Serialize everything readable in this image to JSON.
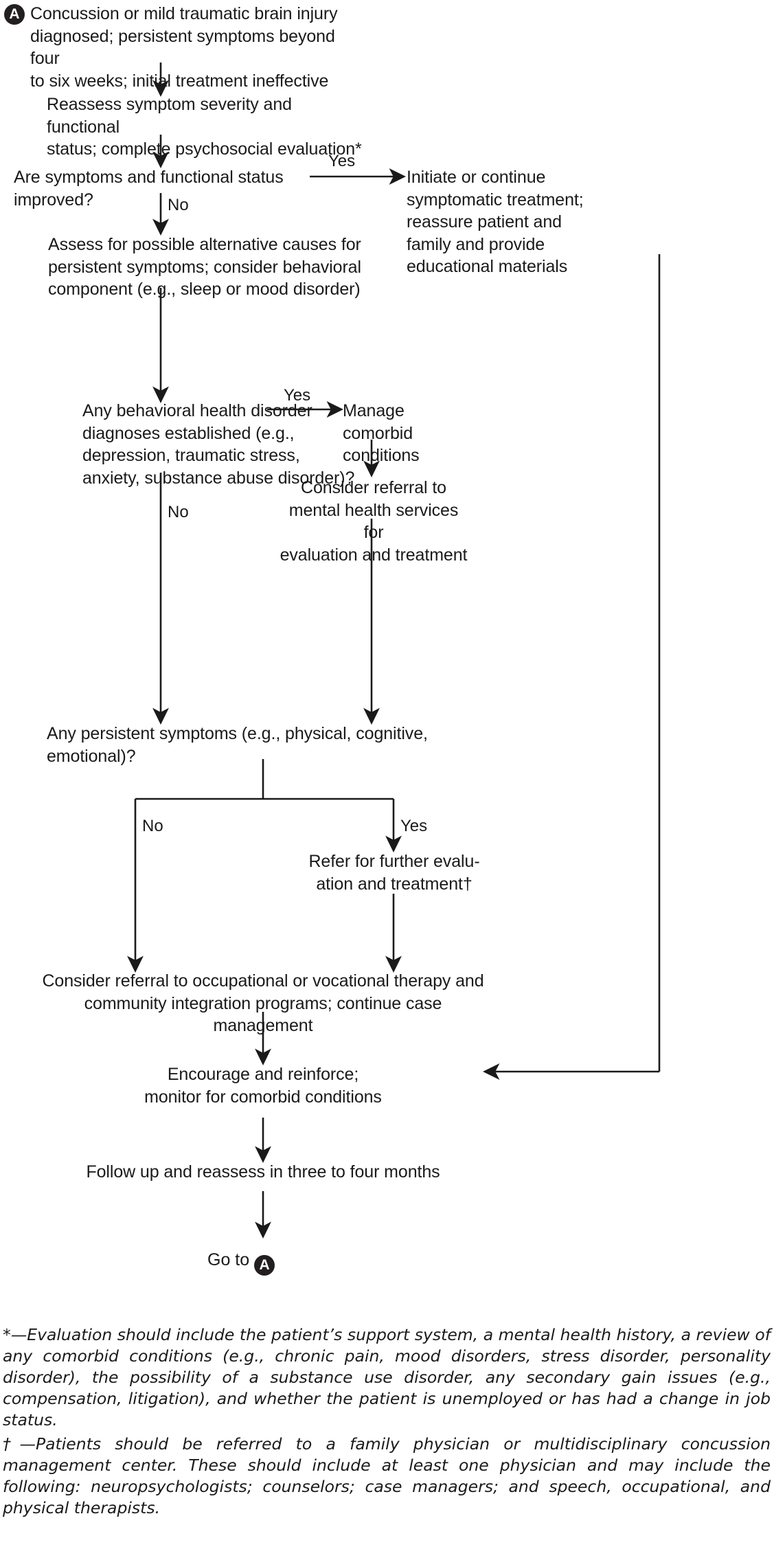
{
  "diagram": {
    "type": "clinical-flowchart",
    "entry_badge": "A",
    "nodes": [
      {
        "id": "start",
        "text": "Concussion or mild traumatic brain injury\ndiagnosed; persistent symptoms beyond four\nto six weeks; initial treatment ineffective"
      },
      {
        "id": "reassess",
        "text": "Reassess symptom severity and functional\nstatus; complete psychosocial evaluation*"
      },
      {
        "id": "improved",
        "text": "Are symptoms and functional status improved?"
      },
      {
        "id": "initiate",
        "text": "Initiate or continue\nsymptomatic treatment;\nreassure patient and\nfamily and provide\neducational materials"
      },
      {
        "id": "assess_alt",
        "text": "Assess for possible alternative causes for\npersistent symptoms; consider behavioral\ncomponent (e.g., sleep or mood disorder)"
      },
      {
        "id": "behavioral_dx",
        "text": "Any behavioral health disorder\ndiagnoses established (e.g.,\ndepression, traumatic stress,\nanxiety, substance abuse disorder)?"
      },
      {
        "id": "manage_comorbid",
        "text": "Manage\ncomorbid\nconditions"
      },
      {
        "id": "consider_referral",
        "text": "Consider referral to\nmental health services for\nevaluation and treatment"
      },
      {
        "id": "persistent_sx",
        "text": "Any persistent symptoms (e.g., physical, cognitive, emotional)?"
      },
      {
        "id": "refer_further",
        "text": "Refer for further evalu-\nation and treatment†"
      },
      {
        "id": "occupational",
        "text": "Consider referral to occupational or vocational therapy and\ncommunity integration programs; continue case management"
      },
      {
        "id": "encourage",
        "text": "Encourage and reinforce;\nmonitor for comorbid conditions"
      },
      {
        "id": "followup",
        "text": "Follow up and reassess in three to four months"
      }
    ],
    "edge_labels": {
      "improved_yes": "Yes",
      "improved_no": "No",
      "behavioral_yes": "Yes",
      "behavioral_no": "No",
      "persistent_no": "No",
      "persistent_yes": "Yes"
    },
    "goto_label": "Go to",
    "goto_badge": "A"
  },
  "footnotes": {
    "asterisk": "*—Evaluation should include the patient’s support system, a mental health history, a review of any comorbid conditions (e.g., chronic pain, mood disorders, stress disorder, personality disorder), the possibility of a substance use disorder, any secondary gain issues (e.g., compensation, litigation), and whether the patient is unemployed or has had a change in job status.",
    "dagger": "†—Patients should be referred to a family physician or multidisciplinary concussion management center. These should include at least one physician and may include the following: neuropsychologists; counselors; case managers; and speech, occupational, and physical therapists."
  },
  "colors": {
    "ink": "#1a1a1a",
    "badge_bg": "#231f20",
    "badge_fg": "#ffffff",
    "background": "#ffffff"
  }
}
